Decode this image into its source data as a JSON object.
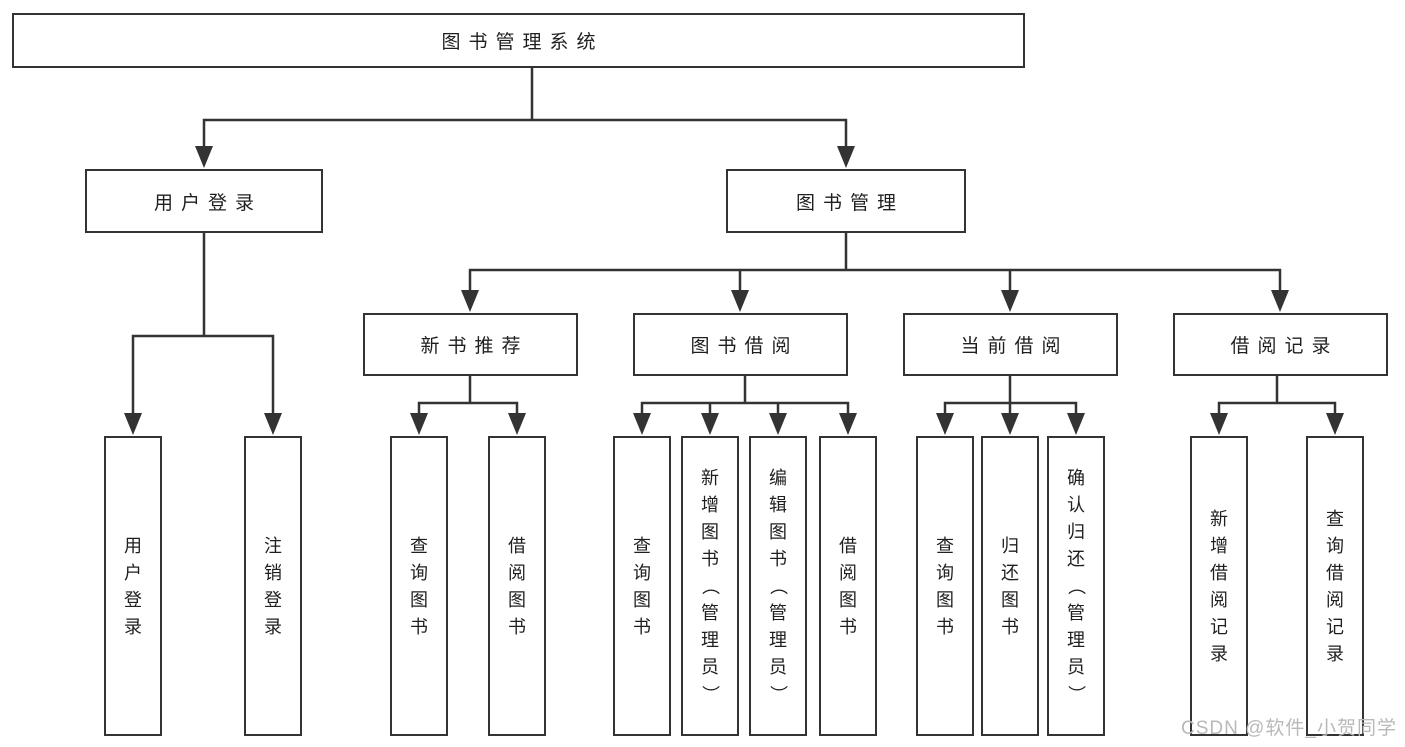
{
  "colors": {
    "line": "#333333",
    "text": "#1f1f1f",
    "watermark": "#b9b9b9",
    "background": "#ffffff"
  },
  "watermark": {
    "text": "CSDN @软件_小贺同学"
  },
  "diagram": {
    "root": {
      "label": "图书管理系统",
      "children": [
        {
          "label": "用户登录",
          "children": [
            {
              "label": "用户登录"
            },
            {
              "label": "注销登录"
            }
          ]
        },
        {
          "label": "图书管理",
          "children": [
            {
              "label": "新书推荐",
              "children": [
                {
                  "label": "查询图书"
                },
                {
                  "label": "借阅图书"
                }
              ]
            },
            {
              "label": "图书借阅",
              "children": [
                {
                  "label": "查询图书"
                },
                {
                  "label": "新增图书（管理员）"
                },
                {
                  "label": "编辑图书（管理员）"
                },
                {
                  "label": "借阅图书"
                }
              ]
            },
            {
              "label": "当前借阅",
              "children": [
                {
                  "label": "查询图书"
                },
                {
                  "label": "归还图书"
                },
                {
                  "label": "确认归还（管理员）"
                }
              ]
            },
            {
              "label": "借阅记录",
              "children": [
                {
                  "label": "新增借阅记录"
                },
                {
                  "label": "查询借阅记录"
                }
              ]
            }
          ]
        }
      ]
    }
  }
}
